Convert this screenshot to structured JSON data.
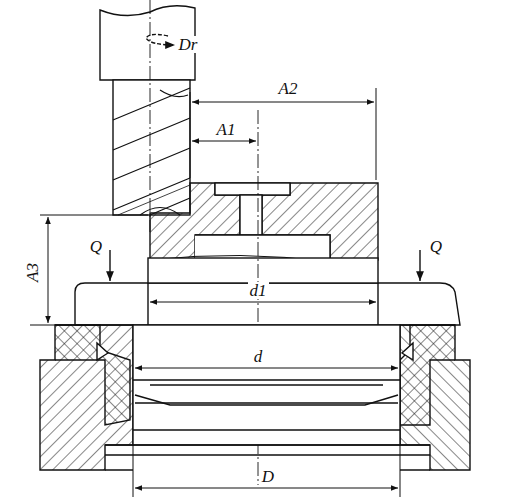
{
  "diagram": {
    "labels": [
      "Dr",
      "A2",
      "A1",
      "A3",
      "Q",
      "Q",
      "d1",
      "d",
      "D"
    ]
  }
}
